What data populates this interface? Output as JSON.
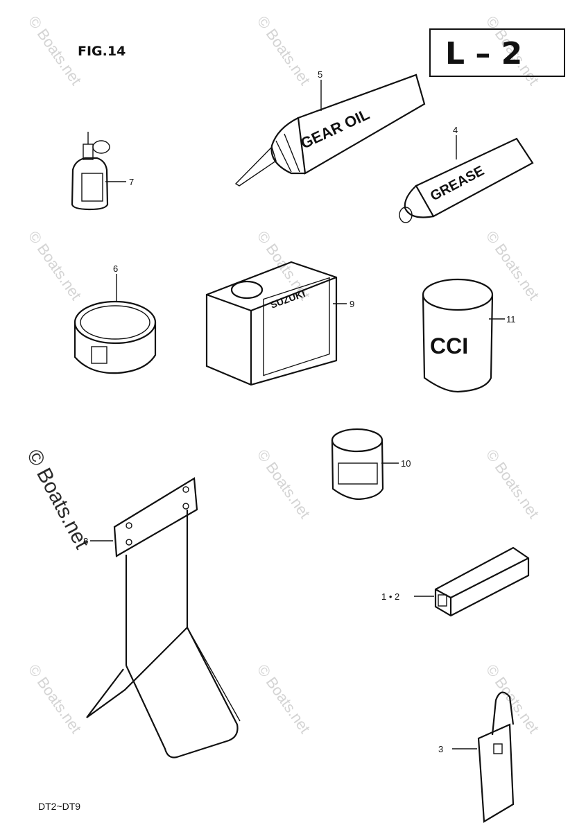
{
  "header": {
    "figure_label": "FIG.14",
    "section_code": "L – 2"
  },
  "footer": {
    "model_range": "DT2~DT9"
  },
  "watermark": {
    "text": "© Boats.net"
  },
  "parts": [
    {
      "id": "p5",
      "label": "5",
      "print": "GEAR OIL"
    },
    {
      "id": "p4",
      "label": "4",
      "print": "GREASE"
    },
    {
      "id": "p7",
      "label": "7"
    },
    {
      "id": "p6",
      "label": "6"
    },
    {
      "id": "p9",
      "label": "9",
      "print": "SUZUKI"
    },
    {
      "id": "p11",
      "label": "11",
      "print": "CCI"
    },
    {
      "id": "p10",
      "label": "10"
    },
    {
      "id": "p8",
      "label": "8"
    },
    {
      "id": "p12",
      "label": "1 • 2"
    },
    {
      "id": "p3",
      "label": "3"
    }
  ],
  "colors": {
    "ink": "#111111",
    "watermark": "#d4d4d4",
    "background": "#ffffff"
  }
}
